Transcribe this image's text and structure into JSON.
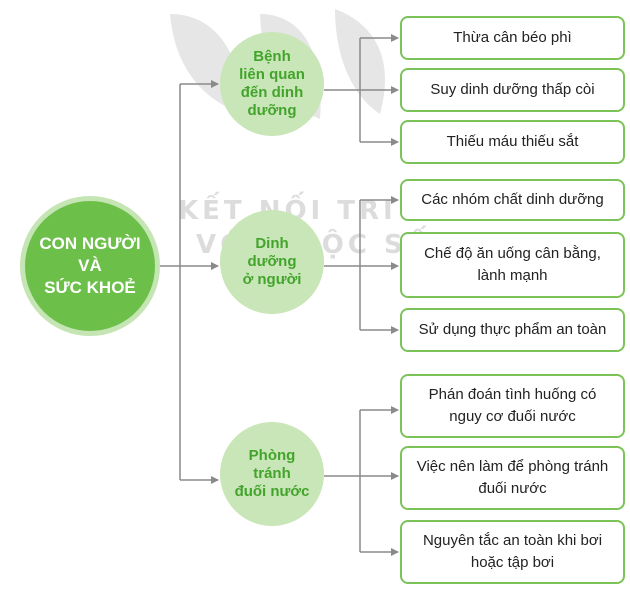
{
  "colors": {
    "root_fill": "#6cc04a",
    "root_ring": "#c5e5b4",
    "branch_fill": "#c9e6b8",
    "branch_text": "#43a42c",
    "box_border": "#7cc35a",
    "connector": "#8a8a8a"
  },
  "watermark": {
    "line1": "KẾT NỐI TRI THỨC",
    "line2": "VỚI CUỘC SỐNG"
  },
  "root": {
    "label": "CON NGƯỜI\nVÀ\nSỨC KHOẺ"
  },
  "branches": [
    {
      "label": "Bệnh\nliên quan\nđến dinh\ndưỡng",
      "items": [
        "Thừa cân béo phì",
        "Suy dinh dưỡng thấp còi",
        "Thiếu máu thiếu sắt"
      ]
    },
    {
      "label": "Dinh\ndưỡng\nở người",
      "items": [
        "Các nhóm chất dinh dưỡng",
        "Chế độ ăn uống cân bằng,\nlành mạnh",
        "Sử dụng thực phẩm an toàn"
      ]
    },
    {
      "label": "Phòng\ntránh\nđuối nước",
      "items": [
        "Phán đoán tình huống có\nnguy cơ đuối nước",
        "Việc nên làm để phòng tránh\nđuối nước",
        "Nguyên tắc an toàn khi bơi\nhoặc tập bơi"
      ]
    }
  ]
}
